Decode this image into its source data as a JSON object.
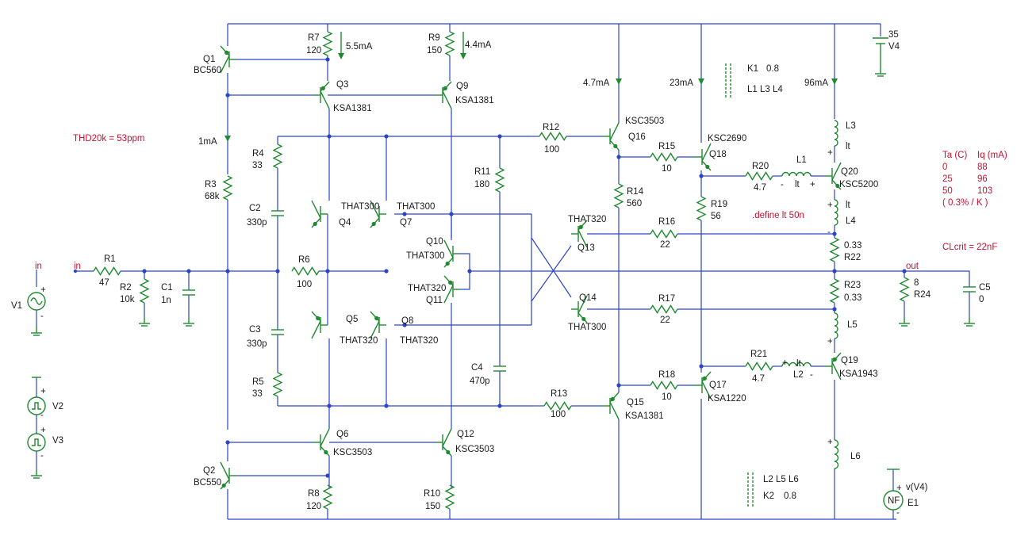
{
  "nodes": {
    "in": "in",
    "out": "out"
  },
  "annotations": {
    "thd": "THD20k = 53ppm",
    "define": ".define lt 50n",
    "clcrit": "CLcrit = 22nF",
    "temp_table": {
      "header_ta": "Ta (C)",
      "header_iq": "Iq (mA)",
      "rows": [
        [
          "0",
          "88"
        ],
        [
          "25",
          "96"
        ],
        [
          "50",
          "103"
        ]
      ],
      "note": "( 0.3% / K )"
    }
  },
  "currents": {
    "r7": "5.5mA",
    "r9": "4.4mA",
    "ltp": "1mA",
    "q16": "4.7mA",
    "q18": "23mA",
    "q20": "96mA"
  },
  "resistors": {
    "r1": {
      "name": "R1",
      "value": "47"
    },
    "r2": {
      "name": "R2",
      "value": "10k"
    },
    "r3": {
      "name": "R3",
      "value": "68k"
    },
    "r4": {
      "name": "R4",
      "value": "33"
    },
    "r5": {
      "name": "R5",
      "value": "33"
    },
    "r6": {
      "name": "R6",
      "value": "100"
    },
    "r7": {
      "name": "R7",
      "value": "120"
    },
    "r8": {
      "name": "R8",
      "value": "120"
    },
    "r9": {
      "name": "R9",
      "value": "150"
    },
    "r10": {
      "name": "R10",
      "value": "150"
    },
    "r11": {
      "name": "R11",
      "value": "180"
    },
    "r12": {
      "name": "R12",
      "value": "100"
    },
    "r13": {
      "name": "R13",
      "value": "100"
    },
    "r14": {
      "name": "R14",
      "value": "560"
    },
    "r15": {
      "name": "R15",
      "value": "10"
    },
    "r16": {
      "name": "R16",
      "value": "22"
    },
    "r17": {
      "name": "R17",
      "value": "22"
    },
    "r18": {
      "name": "R18",
      "value": "10"
    },
    "r19": {
      "name": "R19",
      "value": "56"
    },
    "r20": {
      "name": "R20",
      "value": "4.7"
    },
    "r21": {
      "name": "R21",
      "value": "4.7"
    },
    "r22": {
      "name": "R22",
      "value": "0.33"
    },
    "r23": {
      "name": "R23",
      "value": "0.33"
    },
    "r24": {
      "name": "R24",
      "value": "8"
    }
  },
  "capacitors": {
    "c1": {
      "name": "C1",
      "value": "1n"
    },
    "c2": {
      "name": "C2",
      "value": "330p"
    },
    "c3": {
      "name": "C3",
      "value": "330p"
    },
    "c4": {
      "name": "C4",
      "value": "470p"
    },
    "c5": {
      "name": "C5",
      "value": "0"
    }
  },
  "transistors": {
    "q1": {
      "name": "Q1",
      "part": "BC560"
    },
    "q2": {
      "name": "Q2",
      "part": "BC550"
    },
    "q3": {
      "name": "Q3",
      "part": "KSA1381"
    },
    "q4": {
      "name": "Q4",
      "part": "THAT300"
    },
    "q5": {
      "name": "Q5",
      "part": "THAT320"
    },
    "q6": {
      "name": "Q6",
      "part": "KSC3503"
    },
    "q7": {
      "name": "Q7",
      "part": "THAT300"
    },
    "q8": {
      "name": "Q8",
      "part": "THAT320"
    },
    "q9": {
      "name": "Q9",
      "part": "KSA1381"
    },
    "q10": {
      "name": "Q10",
      "part": "THAT300"
    },
    "q11": {
      "name": "Q11",
      "part": "THAT320"
    },
    "q12": {
      "name": "Q12",
      "part": "KSC3503"
    },
    "q13": {
      "name": "Q13",
      "part": "THAT320"
    },
    "q14": {
      "name": "Q14",
      "part": "THAT300"
    },
    "q15": {
      "name": "Q15",
      "part": "KSA1381"
    },
    "q16": {
      "name": "Q16",
      "part": "KSC3503"
    },
    "q17": {
      "name": "Q17",
      "part": "KSA1220"
    },
    "q18": {
      "name": "Q18",
      "part": "KSC2690"
    },
    "q19": {
      "name": "Q19",
      "part": "KSA1943"
    },
    "q20": {
      "name": "Q20",
      "part": "KSC5200"
    }
  },
  "inductors": {
    "l1": {
      "name": "L1",
      "value": "lt"
    },
    "l2": {
      "name": "L2",
      "value": "lt"
    },
    "l3": {
      "name": "L3",
      "value": "lt"
    },
    "l4": {
      "name": "L4",
      "value": "lt"
    },
    "l5": {
      "name": "L5"
    },
    "l6": {
      "name": "L6"
    }
  },
  "couplings": {
    "k1": {
      "name": "K1",
      "value": "0.8",
      "inductors": "L1 L3 L4"
    },
    "k2": {
      "name": "K2",
      "value": "0.8",
      "inductors": "L2 L5 L6"
    }
  },
  "sources": {
    "v1": {
      "name": "V1"
    },
    "v2": {
      "name": "V2"
    },
    "v3": {
      "name": "V3"
    },
    "v4": {
      "name": "V4",
      "value": "35"
    },
    "e1": {
      "name": "E1",
      "expr": "v(V4)",
      "symbol": "NF"
    }
  },
  "pins": {
    "plus": "+",
    "minus": "-"
  },
  "colors": {
    "wire": "#2b44c8",
    "component": "#1f8a2f",
    "text": "#1a1a1a",
    "annotation": "#c8102e"
  }
}
